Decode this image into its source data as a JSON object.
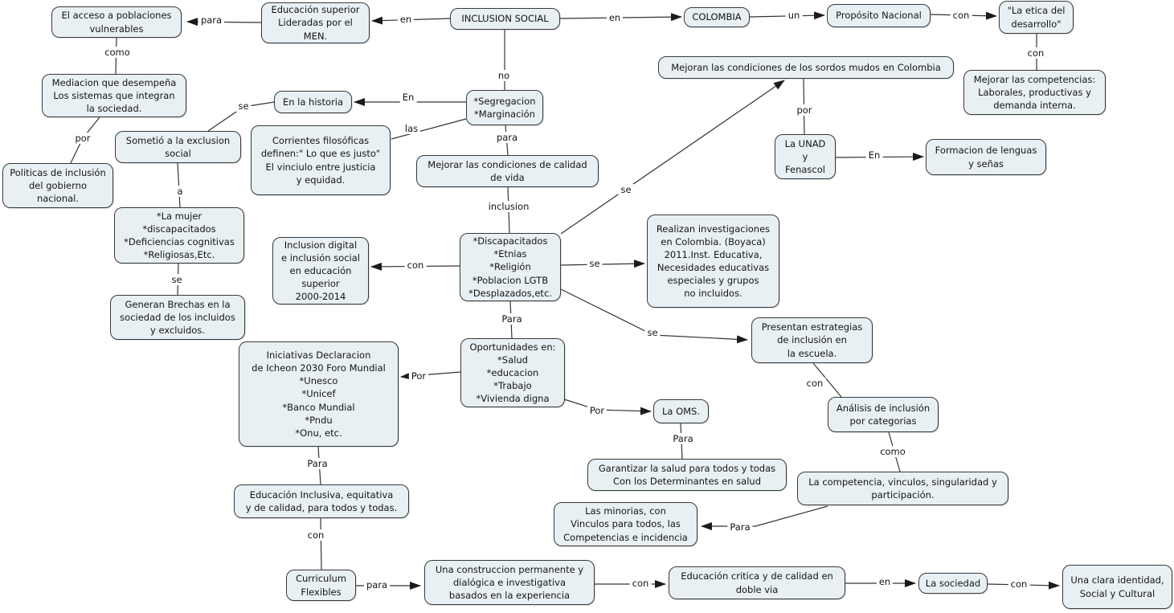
{
  "title": "INCLUSION SOCIAL",
  "colors": {
    "background": "#ffffff",
    "node_fill": "#e8f0f4",
    "node_border": "#39393b",
    "line": "#333333",
    "text": "#141414"
  },
  "nodes": [
    {
      "id": "acceso_poblaciones",
      "text": "El acceso a poblaciones\nvulnerables"
    },
    {
      "id": "educacion_superior_men",
      "text": "Educación superior\nLideradas por el\nMEN."
    },
    {
      "id": "inclusion_social",
      "text": "INCLUSION SOCIAL"
    },
    {
      "id": "colombia",
      "text": "COLOMBIA"
    },
    {
      "id": "proposito_nacional",
      "text": "Propósito Nacional"
    },
    {
      "id": "etica_desarrollo",
      "text": "\"La etica del\ndesarrollo\""
    },
    {
      "id": "sordos_mudos",
      "text": "Mejoran las condiciones de los sordos mudos en Colombia"
    },
    {
      "id": "mejorar_competencias",
      "text": "Mejorar las competencias:\nLaborales, productivas y\ndemanda interna."
    },
    {
      "id": "mediacion_sistemas",
      "text": "Mediacion que desempeña\nLos sistemas que integran\nla sociedad."
    },
    {
      "id": "en_la_historia",
      "text": "En la historia"
    },
    {
      "id": "segregacion_marginacion",
      "text": "*Segregacion\n*Marginación"
    },
    {
      "id": "sometio_exclusion",
      "text": "Sometió a la exclusion\nsocial"
    },
    {
      "id": "corrientes_filosoficas",
      "text": "Corrientes filosóficas\ndefinen:\" Lo que es justo\"\nEl vinciulo entre justicia\ny equidad."
    },
    {
      "id": "unad_fenascol",
      "text": "La UNAD\ny\nFenascol"
    },
    {
      "id": "formacion_lenguas",
      "text": "Formacion de lenguas\ny señas"
    },
    {
      "id": "politicas_inclusion",
      "text": "Politicas de inclusión\ndel gobierno\nnacional."
    },
    {
      "id": "condiciones_calidad_vida",
      "text": "Mejorar las condiciones de calidad\nde vida"
    },
    {
      "id": "la_mujer_etc",
      "text": "*La mujer\n*discapacitados\n*Deficiencias cognitivas\n*Religiosas,Etc."
    },
    {
      "id": "inclusion_digital",
      "text": "Inclusion digital\ne inclusión social\nen educación\nsuperior\n2000-2014"
    },
    {
      "id": "discapacitados_etnias",
      "text": "*Discapacitados\n*Etnias\n*Religión\n*Poblacion LGTB\n*Desplazados,etc."
    },
    {
      "id": "investigaciones_boyaca",
      "text": "Realizan investigaciones\nen Colombia. (Boyaca)\n2011.Inst. Educativa,\nNecesidades educativas\nespeciales y grupos\nno incluidos."
    },
    {
      "id": "generan_brechas",
      "text": "Generan Brechas en la\nsociedad de los incluidos\ny excluidos."
    },
    {
      "id": "estrategias_escuela",
      "text": "Presentan estrategias\nde inclusión en\nla escuela."
    },
    {
      "id": "iniciativas_icheon",
      "text": "Iniciativas Declaracion\nde Icheon 2030 Foro Mundial\n*Unesco\n*Unicef\n*Banco Mundial\n*Pndu\n*Onu, etc."
    },
    {
      "id": "oportunidades",
      "text": "Oportunidades en:\n*Salud\n*educacion\n*Trabajo\n*Vivienda digna"
    },
    {
      "id": "la_oms",
      "text": "La OMS."
    },
    {
      "id": "analisis_categorias",
      "text": "Análisis de inclusión\npor categorias"
    },
    {
      "id": "garantizar_salud",
      "text": "Garantizar la salud para todos y todas\nCon los Determinantes en salud"
    },
    {
      "id": "competencia_vinculos",
      "text": "La competencia, vinculos, singularidad y\nparticipación."
    },
    {
      "id": "educacion_inclusiva",
      "text": "Educación Inclusiva, equitativa\ny de calidad, para todos y todas."
    },
    {
      "id": "las_minorias",
      "text": "Las minorias, con\nVinculos para todos, las\nCompetencias e incidencia"
    },
    {
      "id": "curriculum_flexibles",
      "text": "Curriculum\nFlexibles"
    },
    {
      "id": "construccion_permanente",
      "text": "Una construccion permanente y\ndialógica e investigativa\nbasados en la experiencia"
    },
    {
      "id": "educacion_critica",
      "text": "Educación critica y de calidad en\ndoble via"
    },
    {
      "id": "la_sociedad",
      "text": "La sociedad"
    },
    {
      "id": "clara_identidad",
      "text": "Una clara identidad,\nSocial y Cultural"
    }
  ],
  "links": [
    {
      "from": "educacion_superior_men",
      "to": "acceso_poblaciones",
      "label": "para"
    },
    {
      "from": "inclusion_social",
      "to": "educacion_superior_men",
      "label": "en"
    },
    {
      "from": "inclusion_social",
      "to": "colombia",
      "label": "en"
    },
    {
      "from": "colombia",
      "to": "proposito_nacional",
      "label": "un"
    },
    {
      "from": "proposito_nacional",
      "to": "etica_desarrollo",
      "label": "con"
    },
    {
      "from": "etica_desarrollo",
      "to": "mejorar_competencias",
      "label": "con"
    },
    {
      "from": "acceso_poblaciones",
      "to": "mediacion_sistemas",
      "label": "como"
    },
    {
      "from": "mediacion_sistemas",
      "to": "politicas_inclusion",
      "label": "por"
    },
    {
      "from": "sometio_exclusion",
      "to": "en_la_historia",
      "label": "se"
    },
    {
      "from": "segregacion_marginacion",
      "to": "en_la_historia",
      "label": "En"
    },
    {
      "from": "segregacion_marginacion",
      "to": "corrientes_filosoficas",
      "label": "las"
    },
    {
      "from": "inclusion_social",
      "to": "segregacion_marginacion",
      "label": "no"
    },
    {
      "from": "segregacion_marginacion",
      "to": "condiciones_calidad_vida",
      "label": "para"
    },
    {
      "from": "condiciones_calidad_vida",
      "to": "discapacitados_etnias",
      "label": "inclusion"
    },
    {
      "from": "sometio_exclusion",
      "to": "la_mujer_etc",
      "label": "a"
    },
    {
      "from": "la_mujer_etc",
      "to": "generan_brechas",
      "label": "se"
    },
    {
      "from": "discapacitados_etnias",
      "to": "inclusion_digital",
      "label": "con"
    },
    {
      "from": "discapacitados_etnias",
      "to": "investigaciones_boyaca",
      "label": "se"
    },
    {
      "from": "discapacitados_etnias",
      "to": "oportunidades",
      "label": "Para"
    },
    {
      "from": "discapacitados_etnias",
      "to": "sordos_mudos",
      "label": "se"
    },
    {
      "from": "sordos_mudos",
      "to": "unad_fenascol",
      "label": "por"
    },
    {
      "from": "unad_fenascol",
      "to": "formacion_lenguas",
      "label": "En"
    },
    {
      "from": "discapacitados_etnias",
      "to": "estrategias_escuela",
      "label": "se"
    },
    {
      "from": "oportunidades",
      "to": "iniciativas_icheon",
      "label": "Por"
    },
    {
      "from": "oportunidades",
      "to": "la_oms",
      "label": "Por"
    },
    {
      "from": "la_oms",
      "to": "garantizar_salud",
      "label": "Para"
    },
    {
      "from": "estrategias_escuela",
      "to": "analisis_categorias",
      "label": "con"
    },
    {
      "from": "analisis_categorias",
      "to": "competencia_vinculos",
      "label": "como"
    },
    {
      "from": "competencia_vinculos",
      "to": "las_minorias",
      "label": "Para"
    },
    {
      "from": "iniciativas_icheon",
      "to": "educacion_inclusiva",
      "label": "Para"
    },
    {
      "from": "educacion_inclusiva",
      "to": "curriculum_flexibles",
      "label": "con"
    },
    {
      "from": "curriculum_flexibles",
      "to": "construccion_permanente",
      "label": "para"
    },
    {
      "from": "construccion_permanente",
      "to": "educacion_critica",
      "label": "con"
    },
    {
      "from": "educacion_critica",
      "to": "la_sociedad",
      "label": "en"
    },
    {
      "from": "la_sociedad",
      "to": "clara_identidad",
      "label": "con"
    }
  ]
}
